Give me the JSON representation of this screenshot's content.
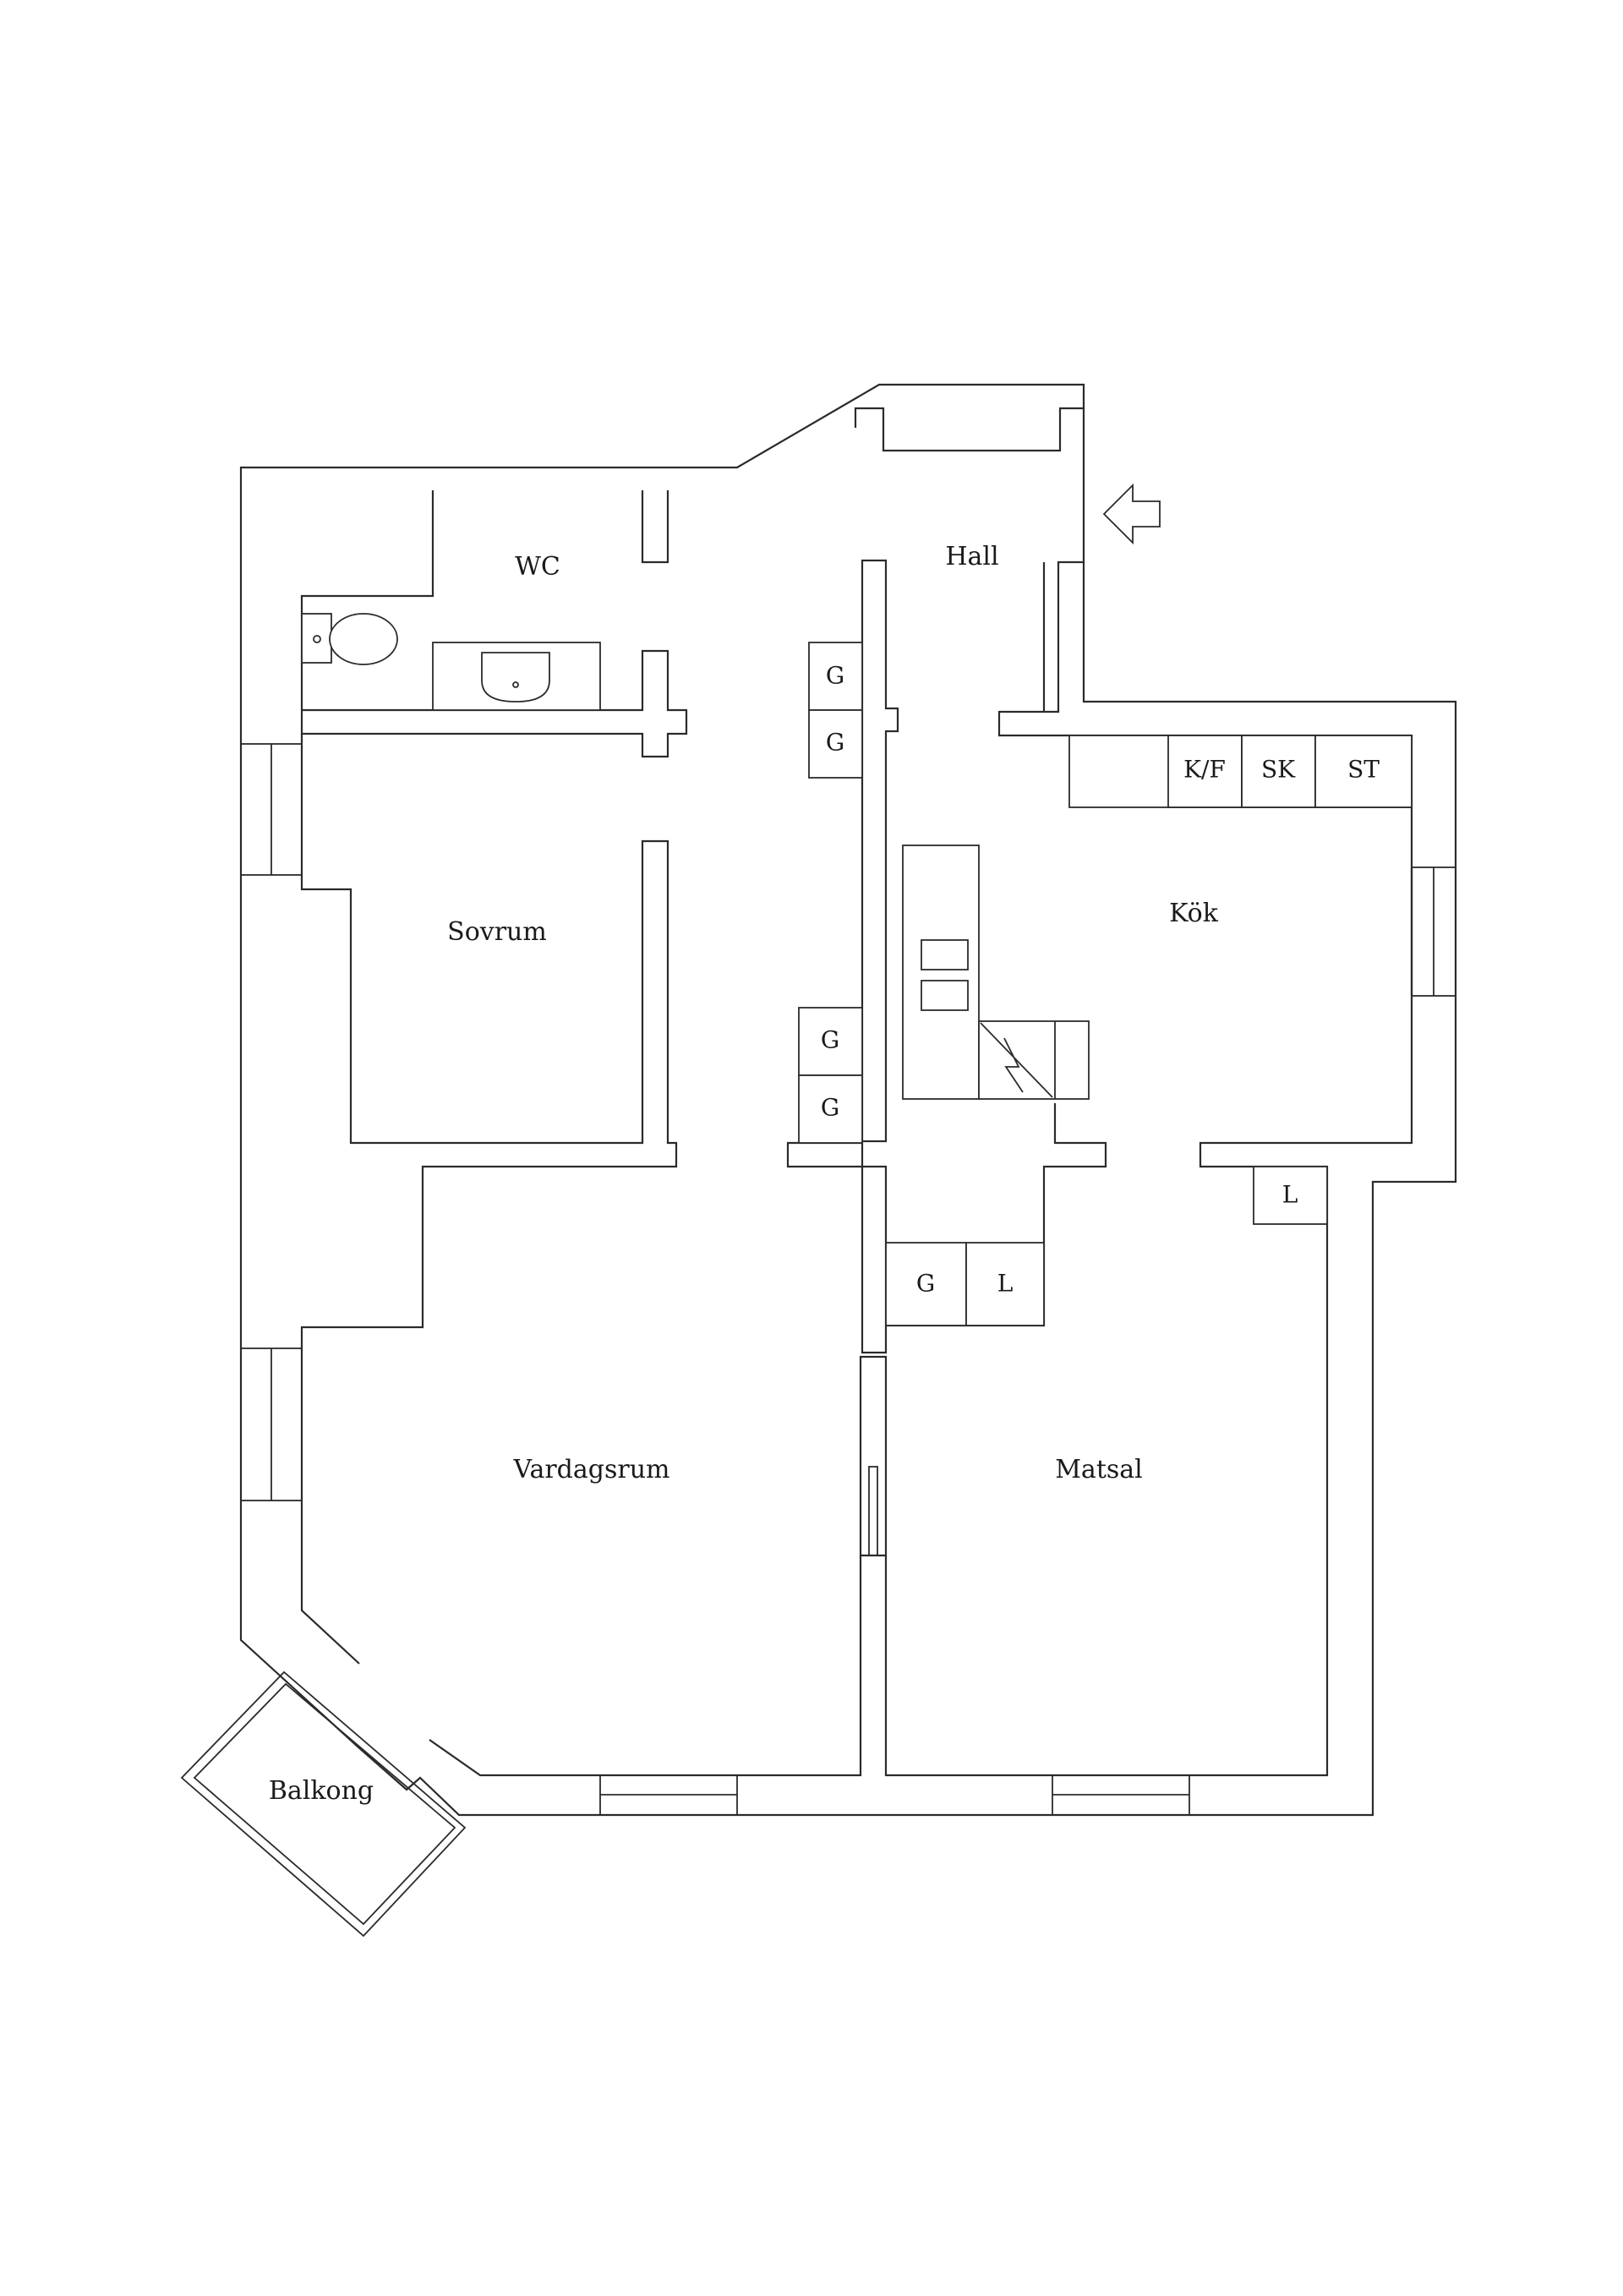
{
  "rooms": {
    "wc": "WC",
    "hall": "Hall",
    "sovrum": "Sovrum",
    "kok": "Kök",
    "vardagsrum": "Vardagsrum",
    "matsal": "Matsal",
    "balkong": "Balkong"
  },
  "fixtures": {
    "g": "G",
    "l": "L",
    "kf": "K/F",
    "sk": "SK",
    "st": "ST"
  }
}
